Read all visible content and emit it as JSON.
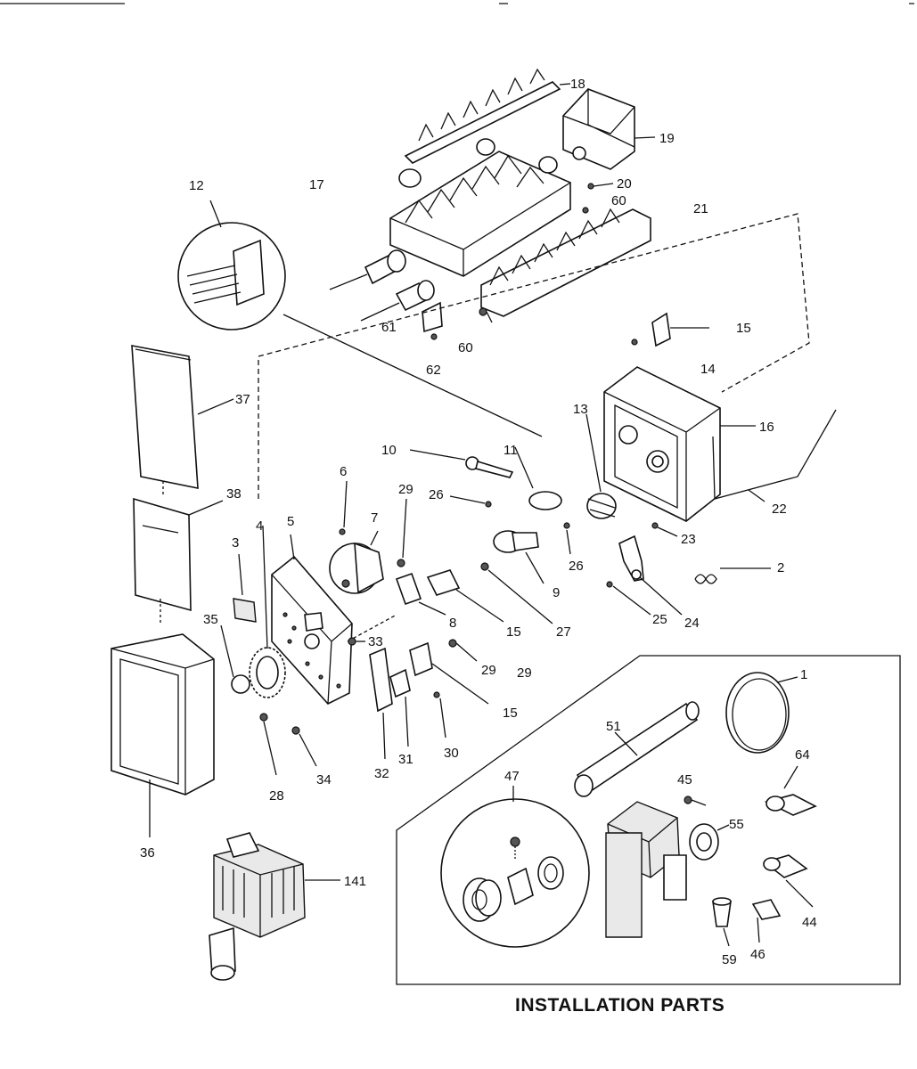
{
  "caption": "INSTALLATION PARTS",
  "callouts": [
    "18",
    "19",
    "20",
    "17",
    "60",
    "21",
    "12",
    "61",
    "60",
    "62",
    "15",
    "14",
    "37",
    "13",
    "16",
    "10",
    "11",
    "6",
    "29",
    "26",
    "7",
    "5",
    "4",
    "3",
    "38",
    "35",
    "29",
    "15",
    "27",
    "8",
    "9",
    "26",
    "22",
    "23",
    "2",
    "24",
    "25",
    "33",
    "29",
    "15",
    "1",
    "51",
    "64",
    "45",
    "47",
    "55",
    "28",
    "34",
    "32",
    "31",
    "30",
    "36",
    "141",
    "44",
    "59",
    "46"
  ]
}
